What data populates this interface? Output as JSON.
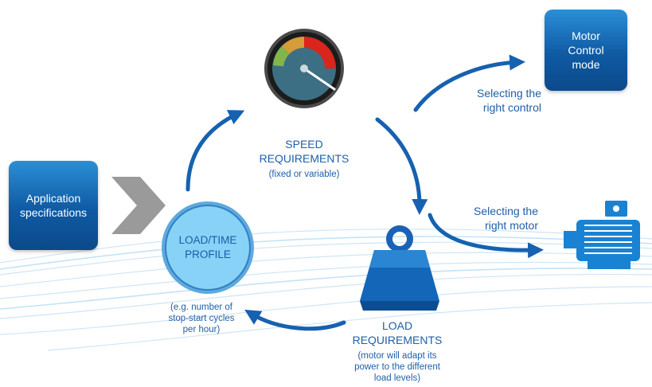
{
  "app_spec": {
    "line1": "Application",
    "line2": "specifications"
  },
  "motor_control": {
    "line1": "Motor",
    "line2": "Control",
    "line3": "mode"
  },
  "speed": {
    "line1": "SPEED",
    "line2": "REQUIREMENTS",
    "note": "(fixed or variable)"
  },
  "load_time": {
    "line1": "LOAD/TIME",
    "line2": "PROFILE",
    "note1": "(e.g. number of",
    "note2": "stop-start cycles",
    "note3": "per hour)"
  },
  "load": {
    "line1": "LOAD",
    "line2": "REQUIREMENTS",
    "note1": "(motor will adapt its",
    "note2": "power to the different",
    "note3": "load levels)"
  },
  "control_select": {
    "line1": "Selecting the",
    "line2": "right control"
  },
  "motor_select": {
    "line1": "Selecting the",
    "line2": "right motor"
  },
  "icons": [
    "speedometer-icon",
    "weight-icon",
    "motor-icon",
    "chevron-right-icon"
  ],
  "colors": {
    "box_blue": "#0f5aa3",
    "arrow_blue": "#1661b0",
    "text_blue": "#1f5fa8",
    "circle_light": "#7fcdf5",
    "chevron_gray": "#9a9a9a"
  }
}
